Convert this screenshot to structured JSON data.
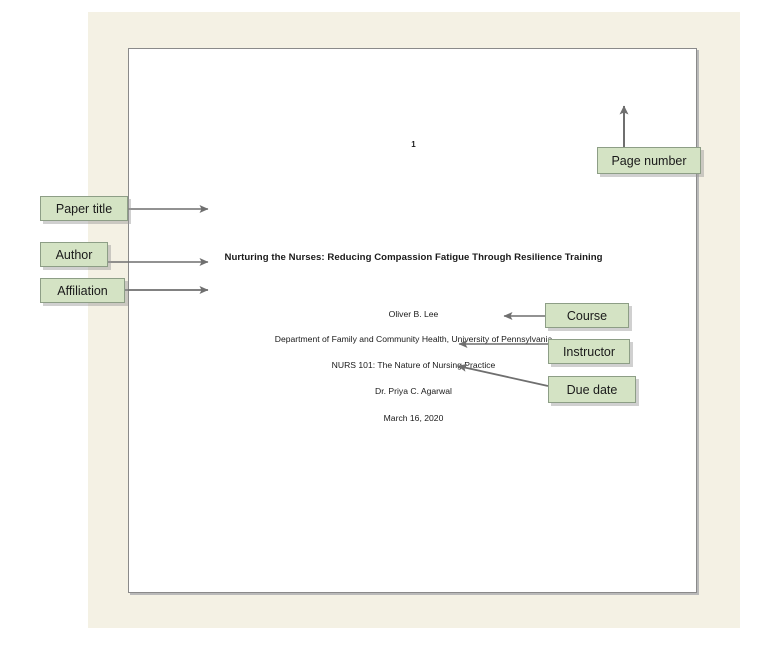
{
  "figure": {
    "type": "annotated-document-diagram",
    "background_color": "#ffffff",
    "mat_color": "#f4f1e4",
    "page_color": "#ffffff",
    "callout_fill": "#d4e3c4",
    "callout_border": "#8d9e86",
    "arrow_color": "#6f6f6f",
    "text_color": "#1a1a1a"
  },
  "document": {
    "page_number": "1",
    "title": "Nurturing the Nurses: Reducing Compassion Fatigue Through Resilience Training",
    "author": "Oliver B. Lee",
    "affiliation": "Department of Family and Community Health, University of Pennsylvania",
    "course": "NURS 101: The Nature of Nursing Practice",
    "instructor": "Dr. Priya C. Agarwal",
    "due_date": "March 16, 2020"
  },
  "callouts": {
    "paper_title": "Paper title",
    "author": "Author",
    "affiliation": "Affiliation",
    "page_number": "Page number",
    "course": "Course",
    "instructor": "Instructor",
    "due_date": "Due date"
  }
}
